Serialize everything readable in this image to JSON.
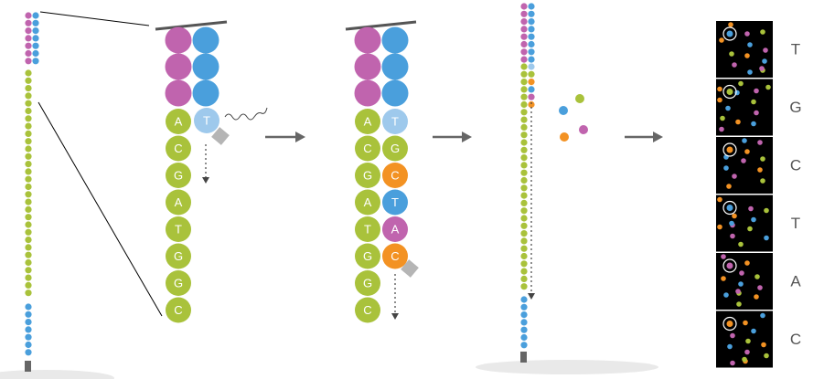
{
  "colors": {
    "pink": "#c064ae",
    "blue": "#4a9fdc",
    "lightblue": "#9ec9ec",
    "green": "#a9c23b",
    "orange": "#f39223",
    "grey": "#b5b5b5",
    "arrow": "#666666",
    "panel": "#000000"
  },
  "template_strand": [
    "A",
    "C",
    "G",
    "A",
    "T",
    "G",
    "G",
    "C"
  ],
  "stage1": {
    "incoming_base": "T"
  },
  "stage2": {
    "synthesized": [
      "T",
      "G",
      "C",
      "T",
      "A",
      "C"
    ]
  },
  "readout": {
    "labels": [
      "T",
      "G",
      "C",
      "T",
      "A",
      "C"
    ],
    "highlight_colors": [
      "blue",
      "green",
      "orange",
      "blue",
      "pink",
      "orange"
    ]
  },
  "free_nucleotides": [
    "green",
    "blue",
    "orange",
    "pink"
  ]
}
